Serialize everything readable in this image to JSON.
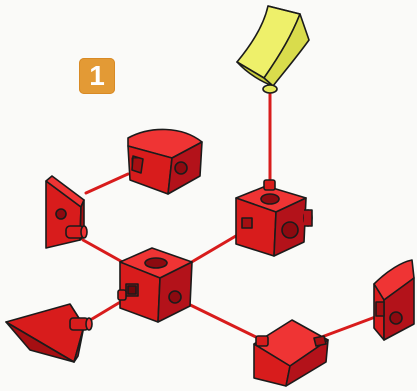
{
  "step": {
    "number": "1"
  },
  "colors": {
    "background": "#fafaf8",
    "badge": "#e39a35",
    "part_red": "#d81c1c",
    "part_red_light": "#ef3434",
    "part_red_dark": "#a50f12",
    "part_yellow": "#eef06a",
    "outline": "#1b1b1b"
  },
  "parts": [
    {
      "name": "yellow-curved-ramp-piece"
    },
    {
      "name": "quarter-round-red-cube"
    },
    {
      "name": "red-side-wedge-with-peg"
    },
    {
      "name": "red-connector-cube-upper"
    },
    {
      "name": "red-connector-cube-center"
    },
    {
      "name": "red-flat-wedge-left"
    },
    {
      "name": "red-roof-wedge-bottom"
    },
    {
      "name": "red-slope-cube-right"
    }
  ]
}
